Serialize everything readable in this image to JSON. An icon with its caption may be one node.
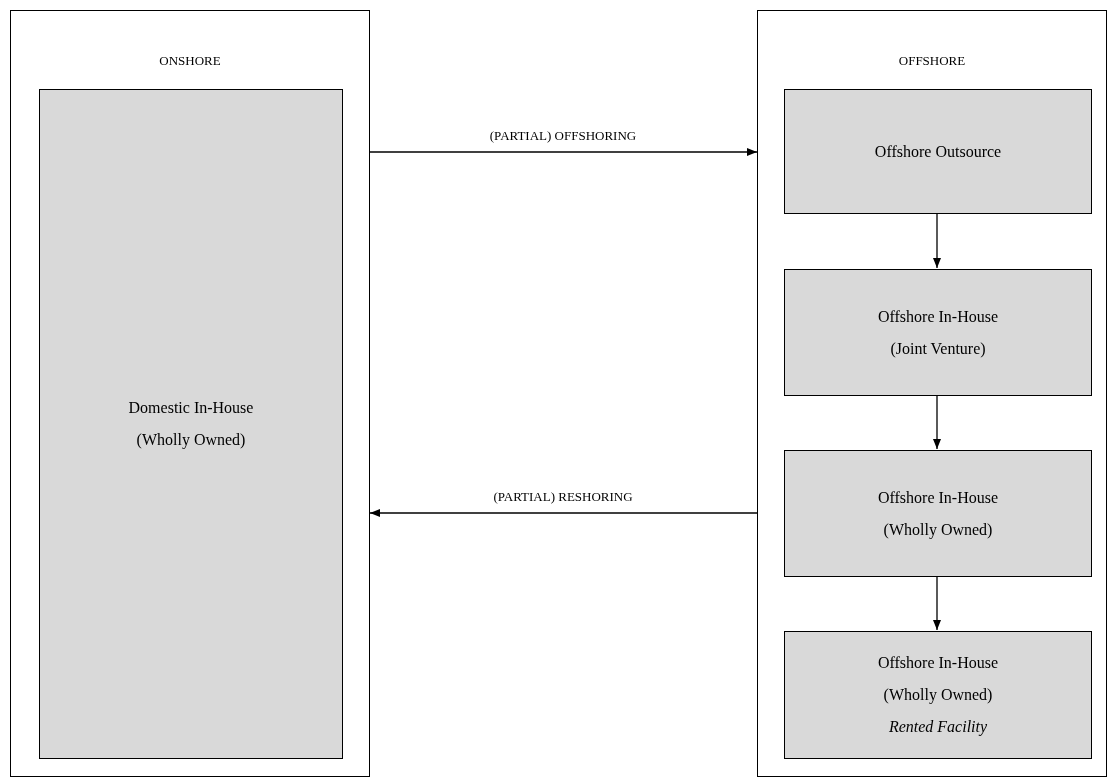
{
  "diagram": {
    "nodes": [
      {
        "text": [
          "ONSHORE"
        ]
      },
      {
        "text": [
          "Domestic In-House",
          "(Wholly Owned)"
        ],
        "in": 0
      },
      {
        "text": [
          "OFFSHORE"
        ]
      },
      {
        "text": [
          "Offshore Outsource"
        ],
        "in": 2
      },
      {
        "text": [
          "Offshore In-House",
          "(Joint Venture)"
        ],
        "in": 2
      },
      {
        "text": [
          "Offshore In-House",
          "(Wholly Owned)"
        ],
        "in": 2
      },
      {
        "text": [
          "Offshore In-House",
          "(Wholly Owned)",
          "Rented Facility"
        ],
        "in": 2
      }
    ],
    "edges": [
      {
        "from": 0,
        "to": 2,
        "arrow": "to",
        "label": "(PARTIAL) OFFSHORING"
      },
      {
        "from": 2,
        "to": 0,
        "arrow": "to",
        "label": "(PARTIAL) RESHORING"
      },
      {
        "from": 3,
        "to": 4,
        "arrow": "to"
      },
      {
        "from": 4,
        "to": 5,
        "arrow": "to"
      },
      {
        "from": 5,
        "to": 6,
        "arrow": "to"
      }
    ]
  }
}
